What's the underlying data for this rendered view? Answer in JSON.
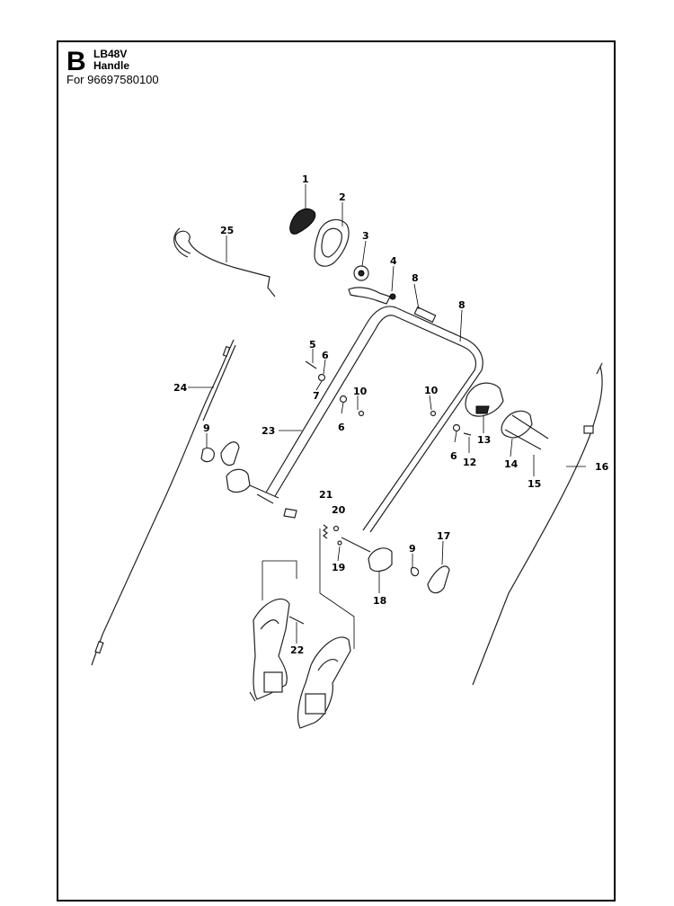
{
  "header": {
    "section_letter": "B",
    "model": "LB48V",
    "assembly": "Handle",
    "part_for": "For 96697580100"
  },
  "callouts": [
    {
      "id": "c1",
      "label": "1"
    },
    {
      "id": "c2",
      "label": "2"
    },
    {
      "id": "c3",
      "label": "3"
    },
    {
      "id": "c4",
      "label": "4"
    },
    {
      "id": "c5",
      "label": "5"
    },
    {
      "id": "c6a",
      "label": "6"
    },
    {
      "id": "c6b",
      "label": "6"
    },
    {
      "id": "c6c",
      "label": "6"
    },
    {
      "id": "c7",
      "label": "7"
    },
    {
      "id": "c8a",
      "label": "8"
    },
    {
      "id": "c8b",
      "label": "8"
    },
    {
      "id": "c9a",
      "label": "9"
    },
    {
      "id": "c9b",
      "label": "9"
    },
    {
      "id": "c10a",
      "label": "10"
    },
    {
      "id": "c10b",
      "label": "10"
    },
    {
      "id": "c12",
      "label": "12"
    },
    {
      "id": "c13",
      "label": "13"
    },
    {
      "id": "c14",
      "label": "14"
    },
    {
      "id": "c15",
      "label": "15"
    },
    {
      "id": "c16",
      "label": "16"
    },
    {
      "id": "c17",
      "label": "17"
    },
    {
      "id": "c18",
      "label": "18"
    },
    {
      "id": "c19",
      "label": "19"
    },
    {
      "id": "c20",
      "label": "20"
    },
    {
      "id": "c21",
      "label": "21"
    },
    {
      "id": "c22",
      "label": "22"
    },
    {
      "id": "c23",
      "label": "23"
    },
    {
      "id": "c24",
      "label": "24"
    },
    {
      "id": "c25",
      "label": "25"
    }
  ]
}
